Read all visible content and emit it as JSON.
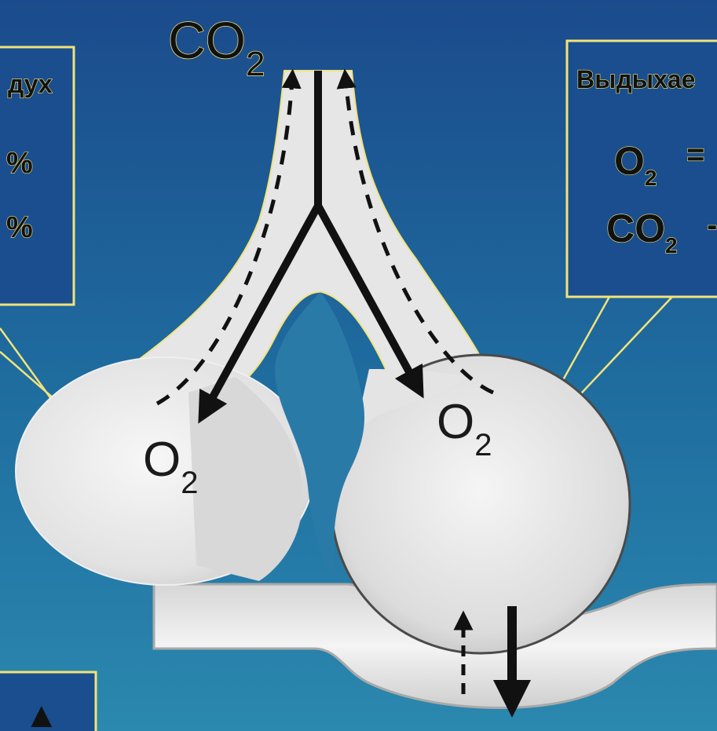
{
  "labels": {
    "co2_top": {
      "main": "CO",
      "sub": "2"
    },
    "o2_left": {
      "main": "O",
      "sub": "2"
    },
    "o2_right": {
      "main": "O",
      "sub": "2"
    }
  },
  "left_box": {
    "title_fragment": "дух",
    "row1_fragment": "%",
    "row2_fragment": "%"
  },
  "right_box": {
    "title_fragment": "Выдыхае",
    "row1": {
      "main": "O",
      "sub": "2",
      "fragment": "="
    },
    "row2": {
      "main": "CO",
      "sub": "2",
      "fragment": "-"
    }
  },
  "bottom_box": {
    "arrow": "▲"
  },
  "colors": {
    "background_top": "#1b4e8c",
    "background_bottom": "#2a86ad",
    "alveoli_fill": "#ececec",
    "box_border": "#f2e37a",
    "label_yellow": "#f2e37a"
  }
}
